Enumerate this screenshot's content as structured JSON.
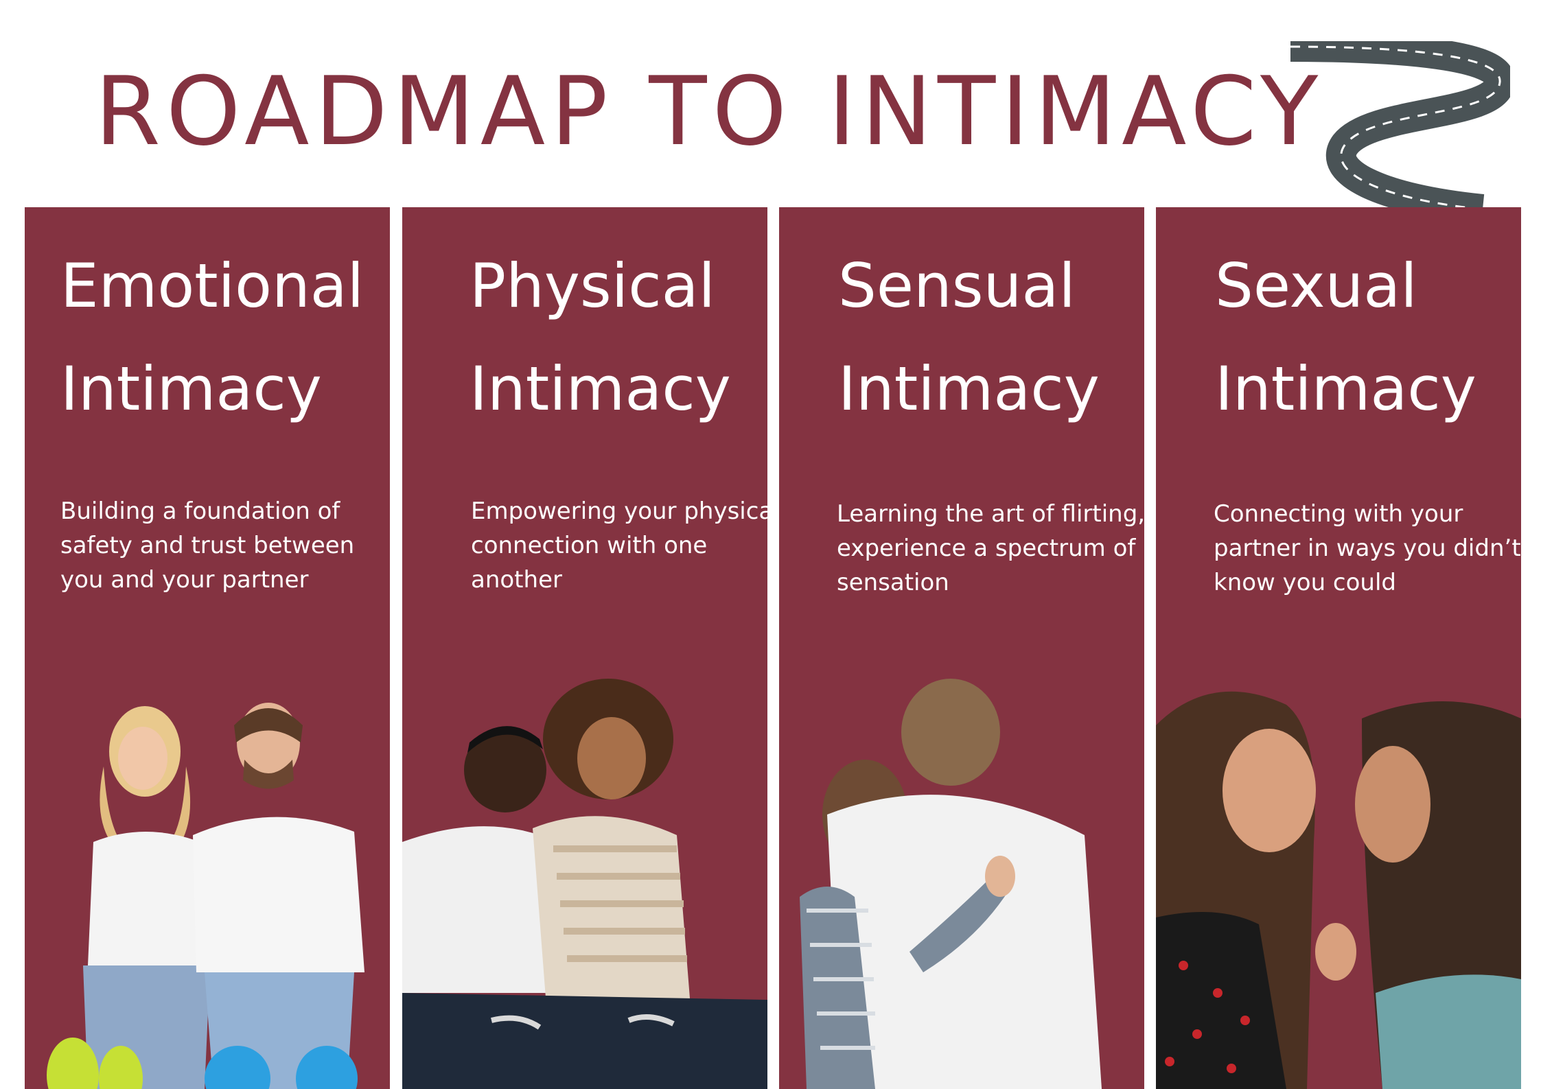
{
  "header": {
    "title": "ROADMAP TO INTIMACY",
    "road_icon": "winding-road-icon"
  },
  "colors": {
    "brand": "#843341",
    "panel_text": "#ffffff",
    "road": "#4a5356"
  },
  "panels": [
    {
      "title_line1": "Emotional",
      "title_line2": "Intimacy",
      "description": "Building a foundation of safety and trust between you and your partner",
      "photo": "couple-sitting-photo"
    },
    {
      "title_line1": "Physical",
      "title_line2": "Intimacy",
      "description": "Empowering your physical connection with one another",
      "photo": "couple-embracing-photo"
    },
    {
      "title_line1": "Sensual",
      "title_line2": "Intimacy",
      "description": "Learning the art of flirting, experience a spectrum of sensation",
      "photo": "couple-hugging-photo"
    },
    {
      "title_line1": "Sexual",
      "title_line2": "Intimacy",
      "description": "Connecting with your partner in ways you didn’t know you could",
      "photo": "couple-face-to-face-photo"
    }
  ]
}
